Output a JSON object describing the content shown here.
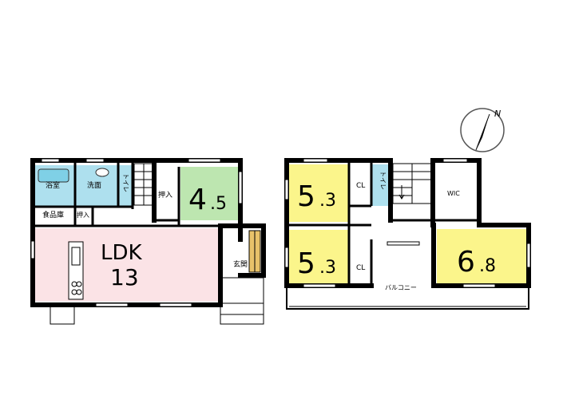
{
  "compass": {
    "label": "N"
  },
  "floor1": {
    "bath": "浴室",
    "washroom": "洗面",
    "toilet": "トイレ",
    "storage_closet": "押入",
    "room_size_int": "4",
    "room_size_dec": ".5",
    "pantry": "食品庫",
    "pantry_closet": "押入",
    "ldk_label": "LDK",
    "ldk_size": "13",
    "entrance": "玄関"
  },
  "floor2": {
    "room_a_int": "5",
    "room_a_dec": ".3",
    "room_a_closet": "CL",
    "toilet": "トイレ",
    "wic": "WIC",
    "room_b_int": "5",
    "room_b_dec": ".3",
    "room_b_closet": "CL",
    "room_c_int": "6",
    "room_c_dec": ".8",
    "balcony": "バルコニー"
  },
  "colors": {
    "wall": "#000000",
    "ldk_fill": "#fbe3e6",
    "japanese_room_fill": "#bde6b0",
    "bedroom_fill": "#fbf58b",
    "water_fill": "#aee0ee",
    "bath_tub": "#7fd0e6"
  }
}
